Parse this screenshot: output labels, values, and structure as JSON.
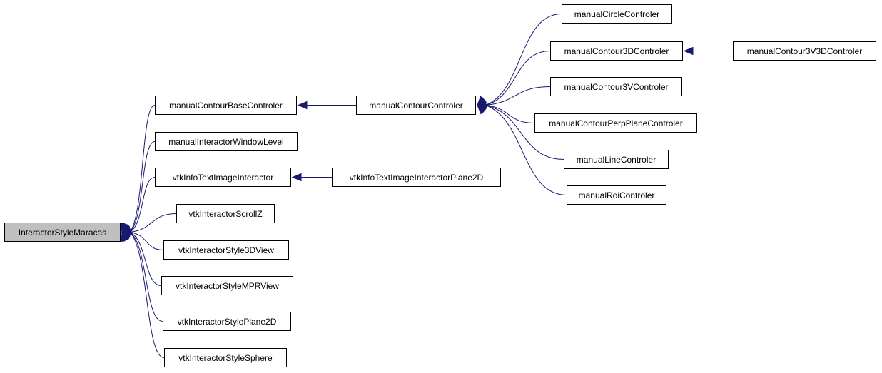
{
  "diagram": {
    "edge_color": "#191970",
    "root_fill": "#bfbfbf",
    "nodes": [
      {
        "id": "root",
        "label": "InteractorStyleMaracas"
      },
      {
        "id": "mcbc",
        "label": "manualContourBaseControler"
      },
      {
        "id": "miwl",
        "label": "manualInteractorWindowLevel"
      },
      {
        "id": "vtii",
        "label": "vtkInfoTextImageInteractor"
      },
      {
        "id": "visz",
        "label": "vtkInteractorScrollZ"
      },
      {
        "id": "vis3",
        "label": "vtkInteractorStyle3DView"
      },
      {
        "id": "vism",
        "label": "vtkInteractorStyleMPRView"
      },
      {
        "id": "visp",
        "label": "vtkInteractorStylePlane2D"
      },
      {
        "id": "viss",
        "label": "vtkInteractorStyleSphere"
      },
      {
        "id": "mcc",
        "label": "manualContourControler"
      },
      {
        "id": "vtip",
        "label": "vtkInfoTextImageInteractorPlane2D"
      },
      {
        "id": "mcir",
        "label": "manualCircleControler"
      },
      {
        "id": "mc3d",
        "label": "manualContour3DControler"
      },
      {
        "id": "mc3v",
        "label": "manualContour3VControler"
      },
      {
        "id": "mcpp",
        "label": "manualContourPerpPlaneControler"
      },
      {
        "id": "mlin",
        "label": "manualLineControler"
      },
      {
        "id": "mroi",
        "label": "manualRoiControler"
      },
      {
        "id": "mc3v3d",
        "label": "manualContour3V3DControler"
      }
    ],
    "edges": [
      {
        "from": "mcbc",
        "to": "root"
      },
      {
        "from": "miwl",
        "to": "root"
      },
      {
        "from": "vtii",
        "to": "root"
      },
      {
        "from": "visz",
        "to": "root"
      },
      {
        "from": "vis3",
        "to": "root"
      },
      {
        "from": "vism",
        "to": "root"
      },
      {
        "from": "visp",
        "to": "root"
      },
      {
        "from": "viss",
        "to": "root"
      },
      {
        "from": "mcc",
        "to": "mcbc"
      },
      {
        "from": "vtip",
        "to": "vtii"
      },
      {
        "from": "mcir",
        "to": "mcc"
      },
      {
        "from": "mc3d",
        "to": "mcc"
      },
      {
        "from": "mc3v",
        "to": "mcc"
      },
      {
        "from": "mcpp",
        "to": "mcc"
      },
      {
        "from": "mlin",
        "to": "mcc"
      },
      {
        "from": "mroi",
        "to": "mcc"
      },
      {
        "from": "mc3v3d",
        "to": "mc3d"
      }
    ]
  }
}
